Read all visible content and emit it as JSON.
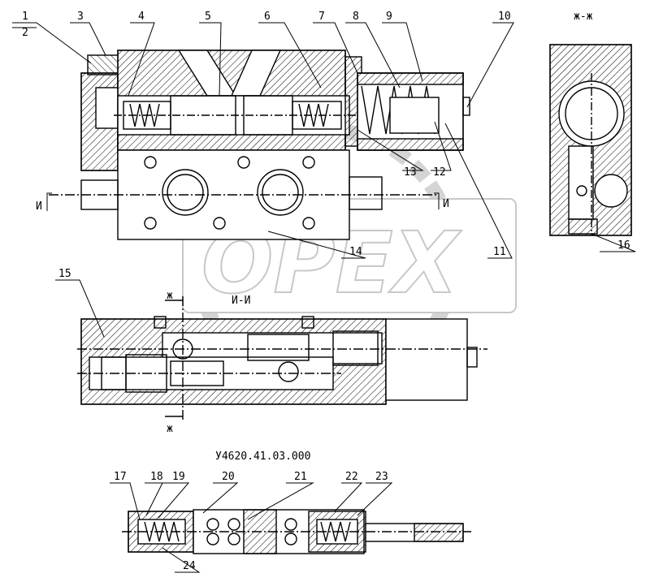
{
  "drawing": {
    "document_code": "У4620.41.03.000",
    "section_zh": "ж-ж",
    "section_ii": "И-И",
    "cut_zh_top": "ж",
    "cut_zh_bottom": "ж",
    "cut_i_left": "И",
    "cut_i_right": "И"
  },
  "watermark": {
    "text": "OPEX"
  },
  "callouts": [
    "1",
    "2",
    "3",
    "4",
    "5",
    "6",
    "7",
    "8",
    "9",
    "10",
    "11",
    "12",
    "13",
    "14",
    "15",
    "16",
    "17",
    "18",
    "19",
    "20",
    "21",
    "22",
    "23",
    "24"
  ]
}
